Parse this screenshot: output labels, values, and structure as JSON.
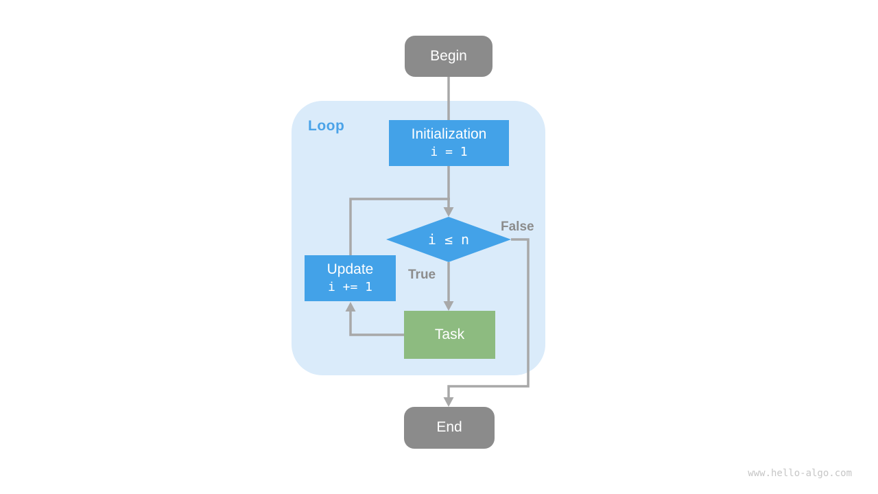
{
  "colors": {
    "background": "#ffffff",
    "terminal_gray": "#8b8b8b",
    "process_blue": "#43a2e8",
    "loop_bg": "#daebfa",
    "loop_label_blue": "#4ba3e8",
    "task_green": "#8dbb80",
    "connector_gray": "#a8a8a8",
    "branch_label_gray": "#8c8c8c",
    "watermark_gray": "#c6c6c6",
    "node_text": "#ffffff"
  },
  "flowchart": {
    "nodes": {
      "begin": {
        "label": "Begin"
      },
      "initialization": {
        "label": "Initialization",
        "code": "i = 1"
      },
      "condition": {
        "label": "i ≤ n"
      },
      "update": {
        "label": "Update",
        "code": "i += 1"
      },
      "task": {
        "label": "Task"
      },
      "end": {
        "label": "End"
      }
    },
    "labels": {
      "loop": "Loop",
      "true_branch": "True",
      "false_branch": "False"
    }
  },
  "watermark": "www.hello-algo.com"
}
